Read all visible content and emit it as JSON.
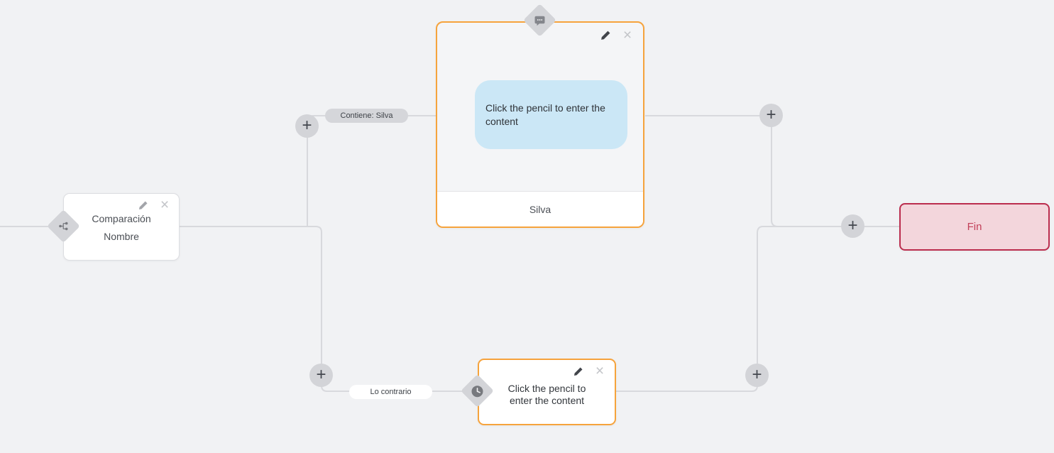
{
  "flow": {
    "comparison_node": {
      "title": "Comparación",
      "subtitle": "Nombre"
    },
    "message_node": {
      "placeholder": "Click the pencil to enter the content",
      "footer": "Silva"
    },
    "delay_node": {
      "placeholder": "Click the pencil to enter the content"
    },
    "end_node": {
      "label": "Fin"
    },
    "edge_labels": {
      "contains": "Contiene: Silva",
      "otherwise": "Lo contrario"
    }
  },
  "icons": {
    "plus": "+",
    "close": "×",
    "pencil": "pencil-icon",
    "branch": "branch-icon",
    "chat": "chat-bubble-icon",
    "clock": "clock-icon"
  },
  "colors": {
    "canvas_background": "#f1f2f4",
    "connector_line": "#d8d9dd",
    "accent_orange": "#f6a33c",
    "bubble_blue": "#cbe7f6",
    "handle_gray": "#d3d4d8",
    "end_background": "#f3d6dc",
    "end_border": "#bb2d4e",
    "end_text": "#c24059"
  }
}
